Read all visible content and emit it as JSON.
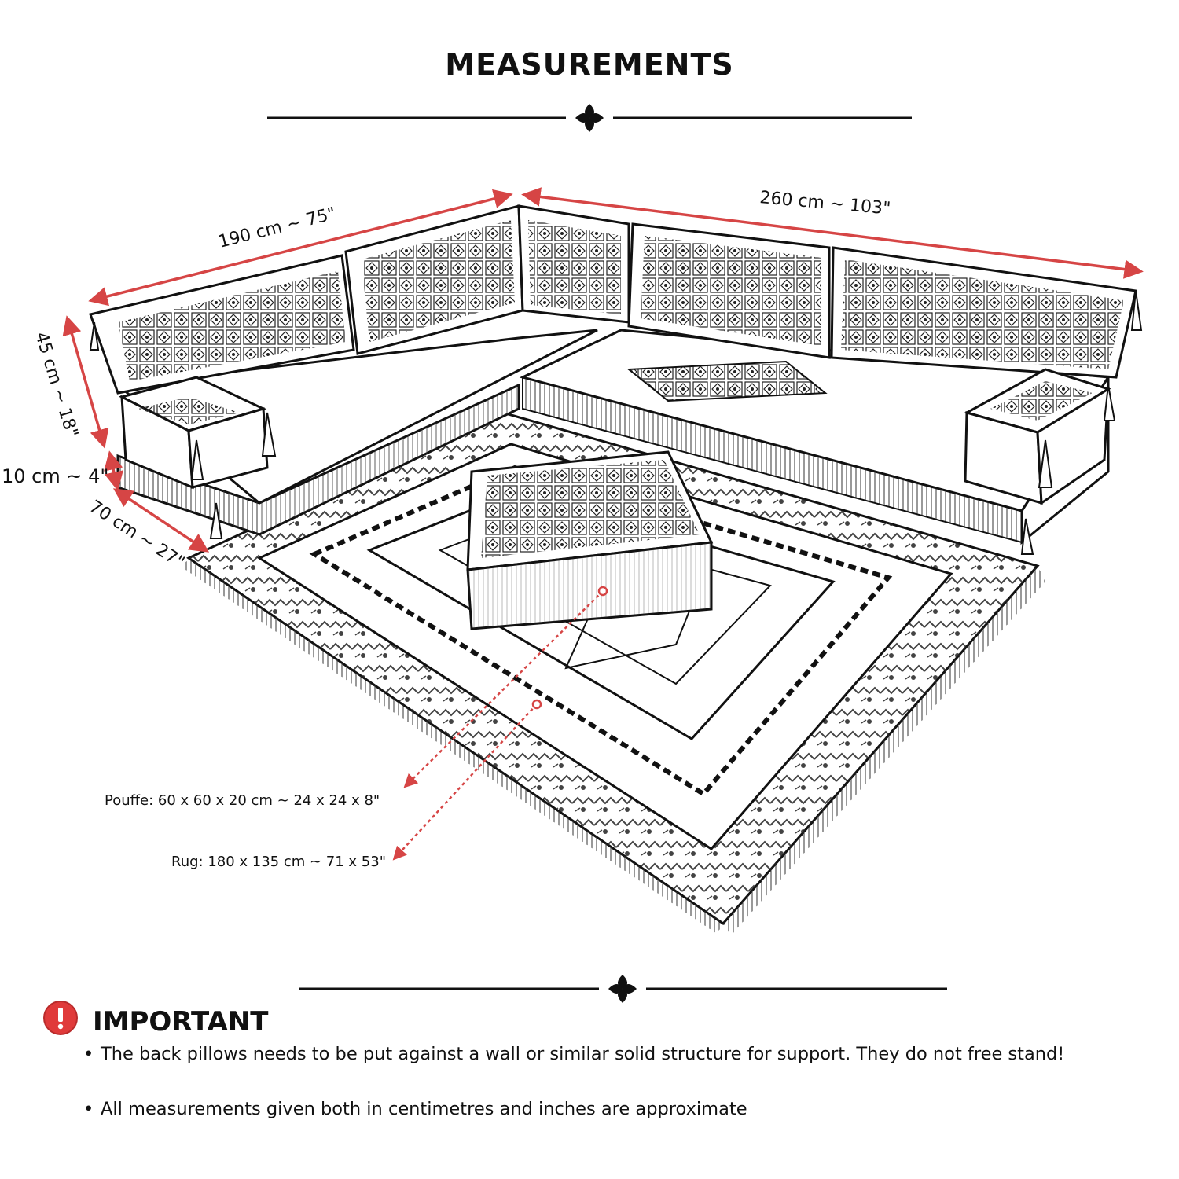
{
  "header": {
    "title": "MEASUREMENTS"
  },
  "dimensions": {
    "left_length": "190 cm ~ 75\"",
    "right_length": "260 cm ~ 103\"",
    "back_height": "45 cm ~ 18\"",
    "base_height": "10 cm ~ 4\"",
    "depth": "70 cm ~ 27\"",
    "pouffe": "Pouffe: 60 x 60 x 20 cm ~ 24 x 24 x 8\"",
    "rug": "Rug: 180 x 135 cm ~ 71 x 53\""
  },
  "important": {
    "title": "IMPORTANT",
    "notes": [
      "The back pillows needs to be put against a wall or similar solid structure for support. They do not free stand!",
      "All measurements given both in centimetres and inches are approximate"
    ]
  },
  "colors": {
    "dimension_line": "#d64545",
    "ink": "#111111",
    "alert": "#e03a3a"
  },
  "icons": {
    "alert": "exclamation-circle-icon",
    "ornament": "fleuron-divider-icon"
  }
}
